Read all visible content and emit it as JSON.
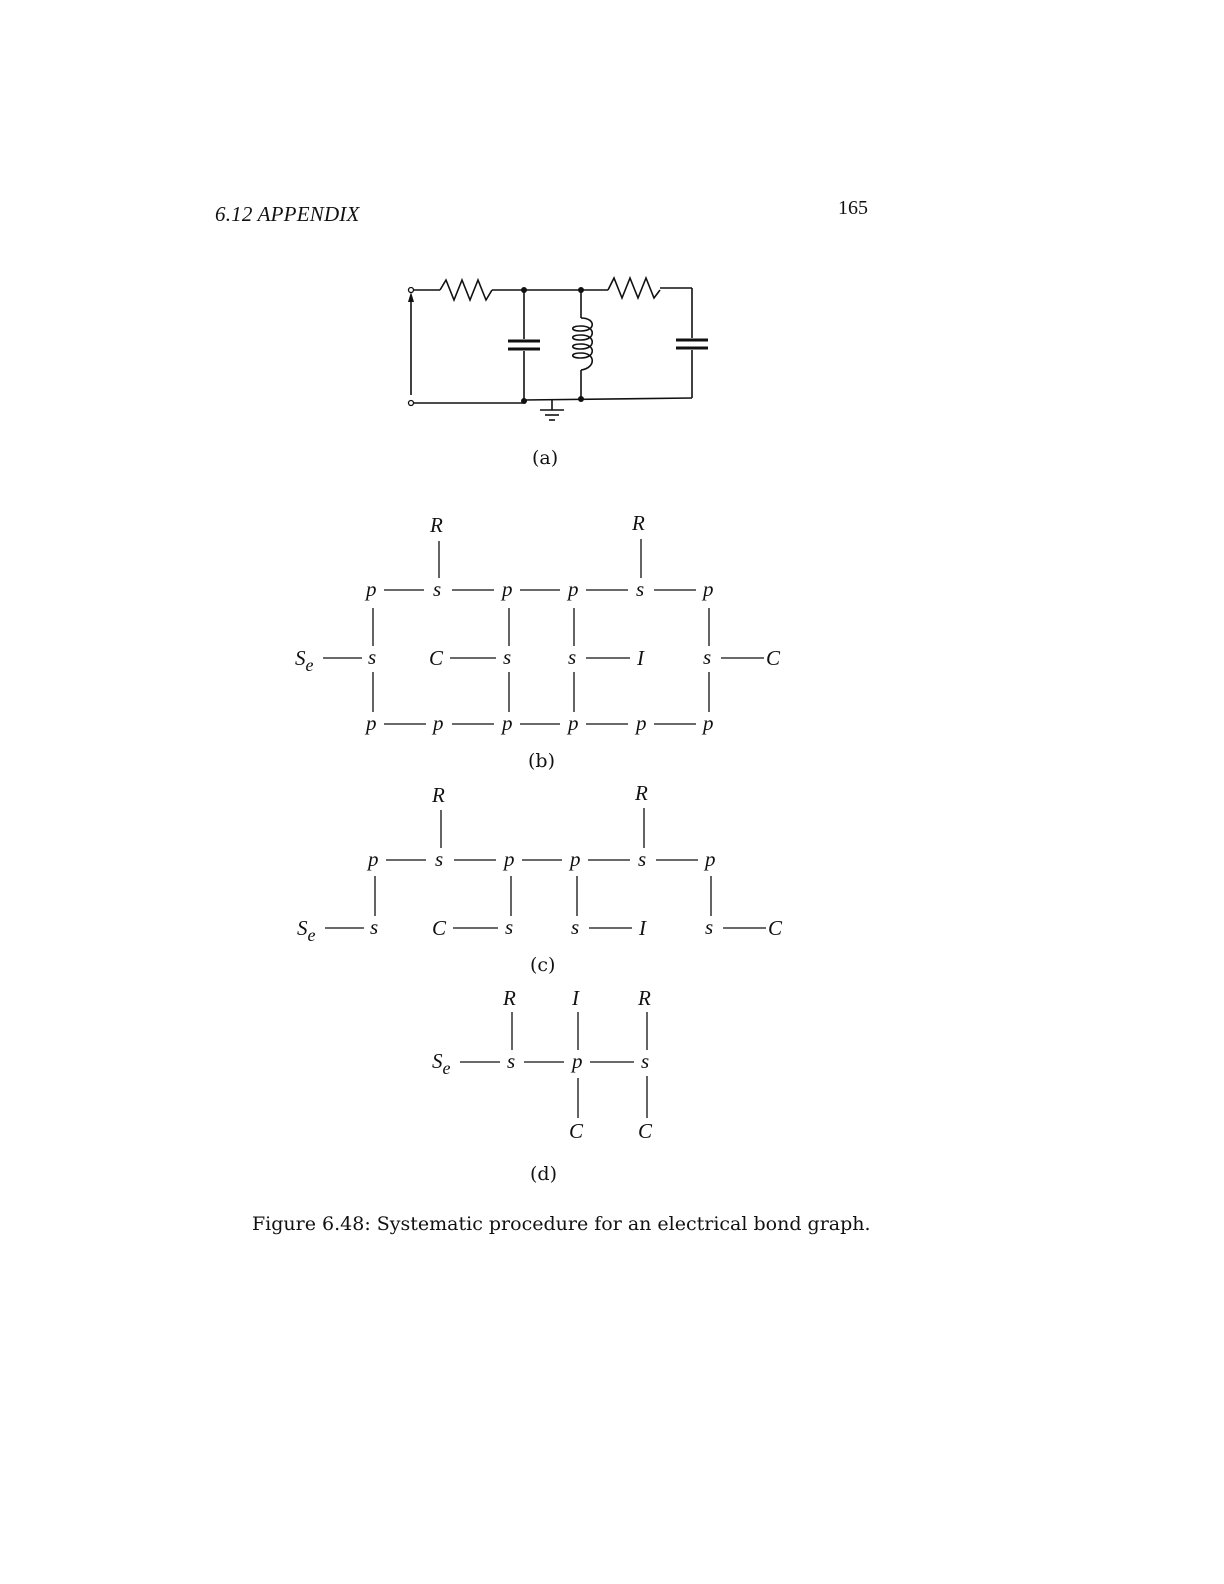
{
  "header": {
    "section": "6.12 APPENDIX",
    "page_number": "165"
  },
  "figure": {
    "caption": "Figure 6.48: Systematic procedure for an electrical bond graph.",
    "labels": {
      "a": "(a)",
      "b": "(b)",
      "c": "(c)",
      "d": "(d)"
    },
    "symbols": {
      "R": "R",
      "C": "C",
      "I": "I",
      "S": "S",
      "e": "e",
      "p": "p",
      "s": "s"
    }
  }
}
